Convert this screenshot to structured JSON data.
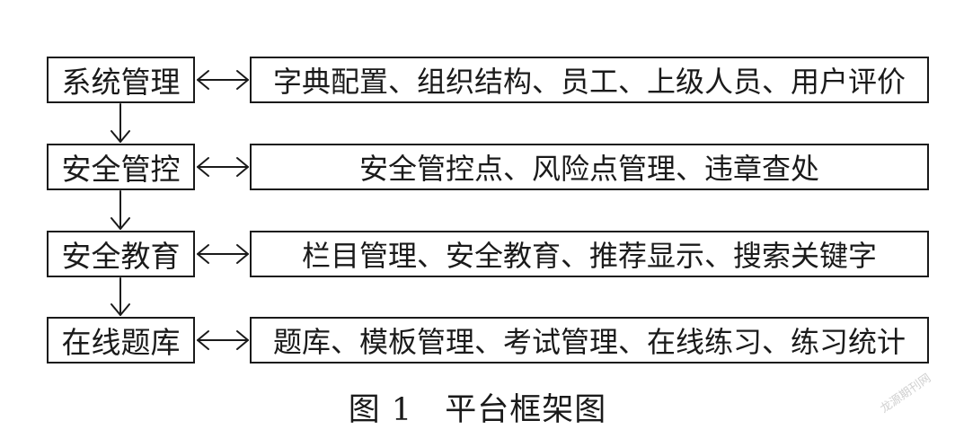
{
  "rows": [
    {
      "left": "系统管理",
      "right": "字典配置、组织结构、员工、上级人员、用户评价"
    },
    {
      "left": "安全管控",
      "right": "安全管控点、风险点管理、违章查处"
    },
    {
      "left": "安全教育",
      "right": "栏目管理、安全教育、推荐显示、搜索关键字"
    },
    {
      "left": "在线题库",
      "right": "题库、模板管理、考试管理、在线练习、练习统计"
    }
  ],
  "caption": "图 1　平台框架图",
  "watermark": "龙源期刊网"
}
